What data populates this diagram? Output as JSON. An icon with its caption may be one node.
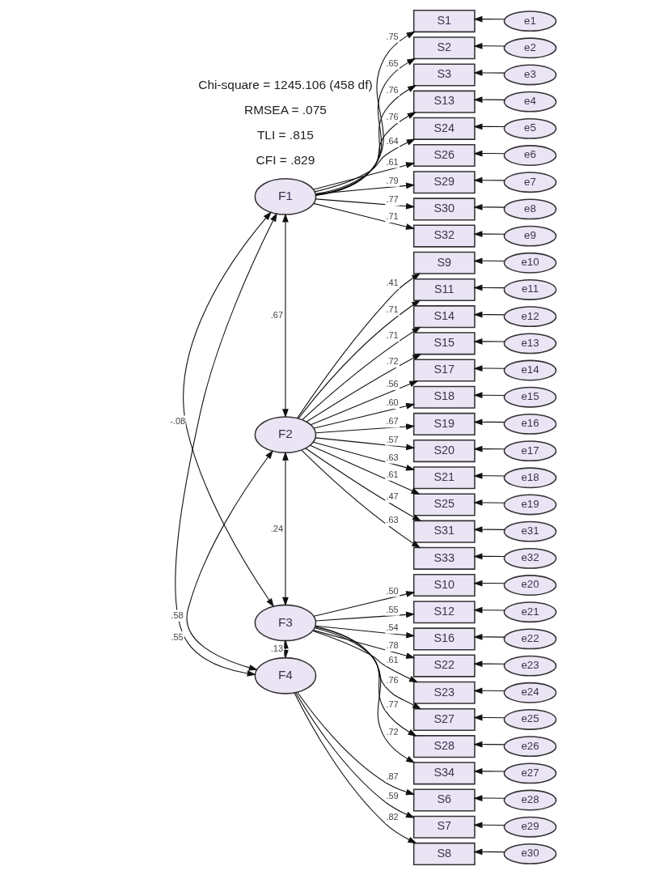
{
  "diagram": {
    "nodes": [
      {
        "text": [
          "F1"
        ]
      },
      {
        "text": [
          "F2"
        ]
      },
      {
        "text": [
          "F3"
        ]
      },
      {
        "text": [
          "F4"
        ]
      },
      {
        "text": [
          "S1"
        ]
      },
      {
        "text": [
          "S2"
        ]
      },
      {
        "text": [
          "S3"
        ]
      },
      {
        "text": [
          "S13"
        ]
      },
      {
        "text": [
          "S24"
        ]
      },
      {
        "text": [
          "S26"
        ]
      },
      {
        "text": [
          "S29"
        ]
      },
      {
        "text": [
          "S30"
        ]
      },
      {
        "text": [
          "S32"
        ]
      },
      {
        "text": [
          "S9"
        ]
      },
      {
        "text": [
          "S11"
        ]
      },
      {
        "text": [
          "S14"
        ]
      },
      {
        "text": [
          "S15"
        ]
      },
      {
        "text": [
          "S17"
        ]
      },
      {
        "text": [
          "S18"
        ]
      },
      {
        "text": [
          "S19"
        ]
      },
      {
        "text": [
          "S20"
        ]
      },
      {
        "text": [
          "S21"
        ]
      },
      {
        "text": [
          "S25"
        ]
      },
      {
        "text": [
          "S31"
        ]
      },
      {
        "text": [
          "S33"
        ]
      },
      {
        "text": [
          "S10"
        ]
      },
      {
        "text": [
          "S12"
        ]
      },
      {
        "text": [
          "S16"
        ]
      },
      {
        "text": [
          "S22"
        ]
      },
      {
        "text": [
          "S23"
        ]
      },
      {
        "text": [
          "S27"
        ]
      },
      {
        "text": [
          "S28"
        ]
      },
      {
        "text": [
          "S34"
        ]
      },
      {
        "text": [
          "S6"
        ]
      },
      {
        "text": [
          "S7"
        ]
      },
      {
        "text": [
          "S8"
        ]
      },
      {
        "text": [
          "e1"
        ]
      },
      {
        "text": [
          "e2"
        ]
      },
      {
        "text": [
          "e3"
        ]
      },
      {
        "text": [
          "e4"
        ]
      },
      {
        "text": [
          "e5"
        ]
      },
      {
        "text": [
          "e6"
        ]
      },
      {
        "text": [
          "e7"
        ]
      },
      {
        "text": [
          "e8"
        ]
      },
      {
        "text": [
          "e9"
        ]
      },
      {
        "text": [
          "e10"
        ]
      },
      {
        "text": [
          "e11"
        ]
      },
      {
        "text": [
          "e12"
        ]
      },
      {
        "text": [
          "e13"
        ]
      },
      {
        "text": [
          "e14"
        ]
      },
      {
        "text": [
          "e15"
        ]
      },
      {
        "text": [
          "e16"
        ]
      },
      {
        "text": [
          "e17"
        ]
      },
      {
        "text": [
          "e18"
        ]
      },
      {
        "text": [
          "e19"
        ]
      },
      {
        "text": [
          "e31"
        ]
      },
      {
        "text": [
          "e32"
        ]
      },
      {
        "text": [
          "e20"
        ]
      },
      {
        "text": [
          "e21"
        ]
      },
      {
        "text": [
          "e22"
        ]
      },
      {
        "text": [
          "e23"
        ]
      },
      {
        "text": [
          "e24"
        ]
      },
      {
        "text": [
          "e25"
        ]
      },
      {
        "text": [
          "e26"
        ]
      },
      {
        "text": [
          "e27"
        ]
      },
      {
        "text": [
          "e28"
        ]
      },
      {
        "text": [
          "e29"
        ]
      },
      {
        "text": [
          "e30"
        ]
      }
    ],
    "edges": [
      {
        "from": 0,
        "to": 4,
        "arrow": "to",
        "label": ".75"
      },
      {
        "from": 0,
        "to": 5,
        "arrow": "to",
        "label": ".65"
      },
      {
        "from": 0,
        "to": 6,
        "arrow": "to",
        "label": ".76"
      },
      {
        "from": 0,
        "to": 7,
        "arrow": "to",
        "label": ".76"
      },
      {
        "from": 0,
        "to": 8,
        "arrow": "to",
        "label": ".64"
      },
      {
        "from": 0,
        "to": 9,
        "arrow": "to",
        "label": ".61"
      },
      {
        "from": 0,
        "to": 10,
        "arrow": "to",
        "label": ".79"
      },
      {
        "from": 0,
        "to": 11,
        "arrow": "to",
        "label": ".77"
      },
      {
        "from": 0,
        "to": 12,
        "arrow": "to",
        "label": ".71"
      },
      {
        "from": 1,
        "to": 13,
        "arrow": "to",
        "label": ".41"
      },
      {
        "from": 1,
        "to": 14,
        "arrow": "to",
        "label": ".71"
      },
      {
        "from": 1,
        "to": 15,
        "arrow": "to",
        "label": ".71"
      },
      {
        "from": 1,
        "to": 16,
        "arrow": "to",
        "label": ".72"
      },
      {
        "from": 1,
        "to": 17,
        "arrow": "to",
        "label": ".56"
      },
      {
        "from": 1,
        "to": 18,
        "arrow": "to",
        "label": ".60"
      },
      {
        "from": 1,
        "to": 19,
        "arrow": "to",
        "label": ".67"
      },
      {
        "from": 1,
        "to": 20,
        "arrow": "to",
        "label": ".57"
      },
      {
        "from": 1,
        "to": 21,
        "arrow": "to",
        "label": ".63"
      },
      {
        "from": 1,
        "to": 22,
        "arrow": "to",
        "label": ".61"
      },
      {
        "from": 1,
        "to": 23,
        "arrow": "to",
        "label": ".47"
      },
      {
        "from": 1,
        "to": 24,
        "arrow": "to",
        "label": ".63"
      },
      {
        "from": 2,
        "to": 25,
        "arrow": "to",
        "label": ".50"
      },
      {
        "from": 2,
        "to": 26,
        "arrow": "to",
        "label": ".55"
      },
      {
        "from": 2,
        "to": 27,
        "arrow": "to",
        "label": ".54"
      },
      {
        "from": 2,
        "to": 28,
        "arrow": "to",
        "label": ".78"
      },
      {
        "from": 2,
        "to": 29,
        "arrow": "to",
        "label": ".61"
      },
      {
        "from": 2,
        "to": 30,
        "arrow": "to",
        "label": ".76"
      },
      {
        "from": 2,
        "to": 31,
        "arrow": "to",
        "label": ".77"
      },
      {
        "from": 2,
        "to": 32,
        "arrow": "to",
        "label": ".72"
      },
      {
        "from": 3,
        "to": 33,
        "arrow": "to",
        "label": ".87"
      },
      {
        "from": 3,
        "to": 34,
        "arrow": "to",
        "label": ".59"
      },
      {
        "from": 3,
        "to": 35,
        "arrow": "to",
        "label": ".82"
      },
      {
        "from": 0,
        "to": 1,
        "arrow": "both",
        "label": ".67"
      },
      {
        "from": 0,
        "to": 2,
        "arrow": "both",
        "label": "-.08"
      },
      {
        "from": 0,
        "to": 3,
        "arrow": "both",
        "label": ".55"
      },
      {
        "from": 1,
        "to": 2,
        "arrow": "both",
        "label": ".24"
      },
      {
        "from": 1,
        "to": 3,
        "arrow": "both",
        "label": ".58"
      },
      {
        "from": 2,
        "to": 3,
        "arrow": "both",
        "label": ".13"
      },
      {
        "from": 36,
        "to": 4,
        "arrow": "to"
      },
      {
        "from": 37,
        "to": 5,
        "arrow": "to"
      },
      {
        "from": 38,
        "to": 6,
        "arrow": "to"
      },
      {
        "from": 39,
        "to": 7,
        "arrow": "to"
      },
      {
        "from": 40,
        "to": 8,
        "arrow": "to"
      },
      {
        "from": 41,
        "to": 9,
        "arrow": "to"
      },
      {
        "from": 42,
        "to": 10,
        "arrow": "to"
      },
      {
        "from": 43,
        "to": 11,
        "arrow": "to"
      },
      {
        "from": 44,
        "to": 12,
        "arrow": "to"
      },
      {
        "from": 45,
        "to": 13,
        "arrow": "to"
      },
      {
        "from": 46,
        "to": 14,
        "arrow": "to"
      },
      {
        "from": 47,
        "to": 15,
        "arrow": "to"
      },
      {
        "from": 48,
        "to": 16,
        "arrow": "to"
      },
      {
        "from": 49,
        "to": 17,
        "arrow": "to"
      },
      {
        "from": 50,
        "to": 18,
        "arrow": "to"
      },
      {
        "from": 51,
        "to": 19,
        "arrow": "to"
      },
      {
        "from": 52,
        "to": 20,
        "arrow": "to"
      },
      {
        "from": 53,
        "to": 21,
        "arrow": "to"
      },
      {
        "from": 54,
        "to": 22,
        "arrow": "to"
      },
      {
        "from": 55,
        "to": 23,
        "arrow": "to"
      },
      {
        "from": 56,
        "to": 24,
        "arrow": "to"
      },
      {
        "from": 57,
        "to": 25,
        "arrow": "to"
      },
      {
        "from": 58,
        "to": 26,
        "arrow": "to"
      },
      {
        "from": 59,
        "to": 27,
        "arrow": "to"
      },
      {
        "from": 60,
        "to": 28,
        "arrow": "to"
      },
      {
        "from": 61,
        "to": 29,
        "arrow": "to"
      },
      {
        "from": 62,
        "to": 30,
        "arrow": "to"
      },
      {
        "from": 63,
        "to": 31,
        "arrow": "to"
      },
      {
        "from": 64,
        "to": 32,
        "arrow": "to"
      },
      {
        "from": 65,
        "to": 33,
        "arrow": "to"
      },
      {
        "from": 66,
        "to": 34,
        "arrow": "to"
      },
      {
        "from": 67,
        "to": 35,
        "arrow": "to"
      }
    ],
    "labels": [
      "Chi-square = 1245.106 (458 df)",
      "RMSEA = .075",
      "TLI = .815",
      "CFI = .829"
    ]
  }
}
